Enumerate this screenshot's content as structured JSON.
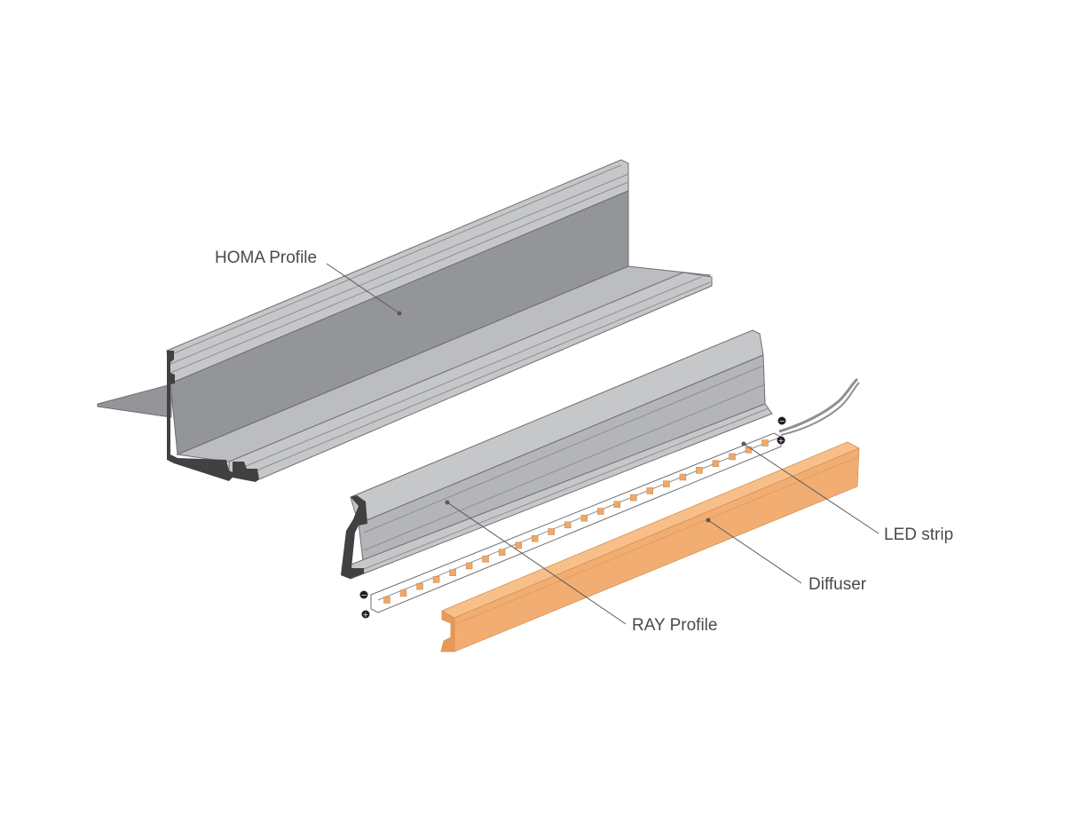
{
  "labels": {
    "homa_profile": "HOMA Profile",
    "ray_profile": "RAY Profile",
    "led_strip": "LED strip",
    "diffuser": "Diffuser"
  },
  "polarity": {
    "negative": "−",
    "positive": "+"
  },
  "led_count": 24,
  "colors": {
    "aluminum_light": "#c6c7c9",
    "aluminum_mid": "#b4b5b8",
    "aluminum_dark": "#939598",
    "aluminum_section": "#414042",
    "diffuser_top": "#f7c08a",
    "diffuser_front": "#f2ae72",
    "diffuser_end": "#e59a5a",
    "led_chip": "#f0a868",
    "strip_pcb": "#ffffff"
  }
}
